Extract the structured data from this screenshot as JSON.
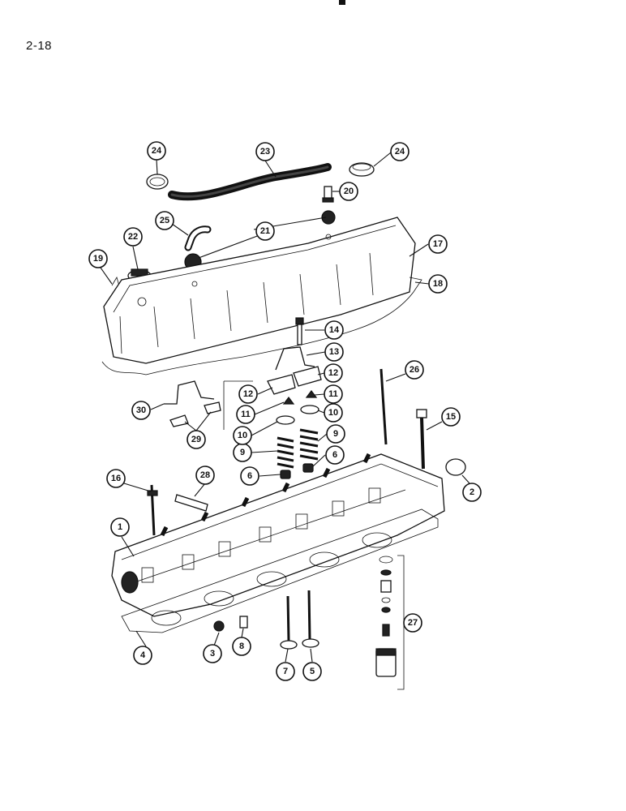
{
  "page": {
    "number": "2-18"
  },
  "diagram": {
    "callouts": [
      "1",
      "2",
      "3",
      "4",
      "5",
      "6",
      "6",
      "7",
      "8",
      "9",
      "9",
      "10",
      "10",
      "11",
      "11",
      "12",
      "12",
      "13",
      "14",
      "15",
      "16",
      "17",
      "18",
      "19",
      "20",
      "21",
      "22",
      "23",
      "24",
      "24",
      "25",
      "26",
      "27",
      "28",
      "29",
      "30"
    ]
  }
}
